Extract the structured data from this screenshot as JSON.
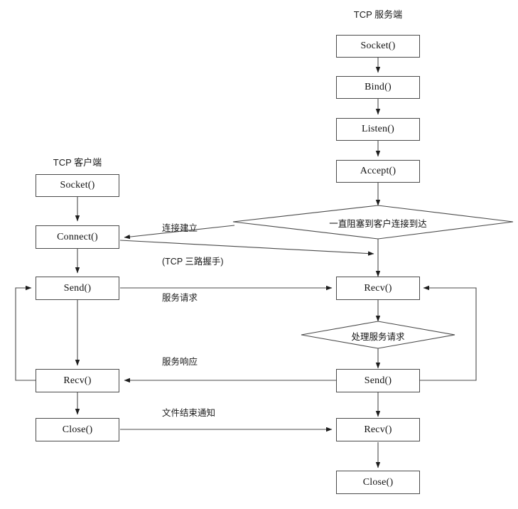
{
  "diagram": {
    "title_client": "TCP 客户端",
    "title_server": "TCP 服务端",
    "stroke_color": "#4a4a4a",
    "text_color": "#111111",
    "background": "#ffffff"
  },
  "client": {
    "header": "TCP 客户端",
    "nodes": [
      {
        "id": "c-socket",
        "label": "Socket()"
      },
      {
        "id": "c-connect",
        "label": "Connect()"
      },
      {
        "id": "c-send",
        "label": "Send()"
      },
      {
        "id": "c-recv",
        "label": "Recv()"
      },
      {
        "id": "c-close",
        "label": "Close()"
      }
    ]
  },
  "server": {
    "header": "TCP 服务端",
    "nodes": [
      {
        "id": "s-socket",
        "label": "Socket()"
      },
      {
        "id": "s-bind",
        "label": "Bind()"
      },
      {
        "id": "s-listen",
        "label": "Listen()"
      },
      {
        "id": "s-accept",
        "label": "Accept()"
      },
      {
        "id": "s-recv1",
        "label": "Recv()"
      },
      {
        "id": "s-send",
        "label": "Send()"
      },
      {
        "id": "s-recv2",
        "label": "Recv()"
      },
      {
        "id": "s-close",
        "label": "Close()"
      }
    ],
    "decisions": [
      {
        "id": "d-block",
        "label": "一直阻塞到客户连接到达"
      },
      {
        "id": "d-handle",
        "label": "处理服务请求"
      }
    ]
  },
  "edges": {
    "connection_established": "连接建立",
    "tcp_handshake": "(TCP 三路握手)",
    "service_request": "服务请求",
    "service_response": "服务响应",
    "eof_notice": "文件结束通知"
  }
}
